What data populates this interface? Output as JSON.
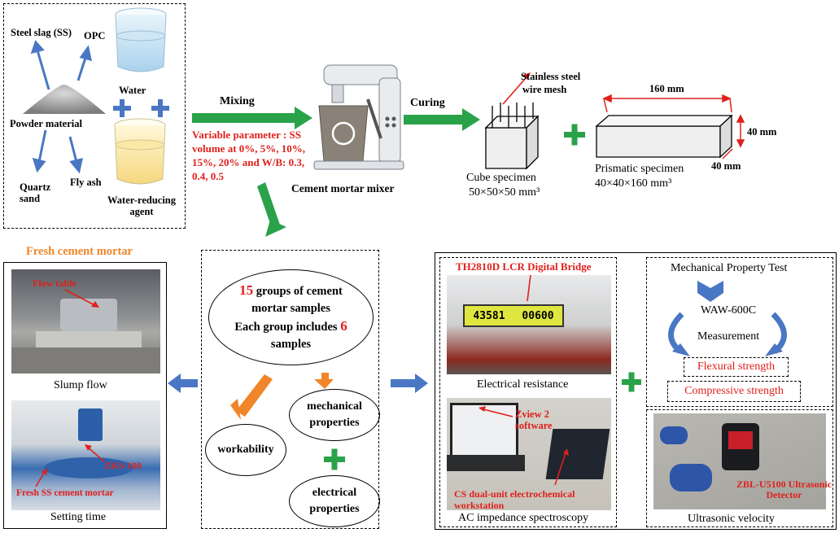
{
  "raw_materials": {
    "steel_slag": "Steel slag (SS)",
    "opc": "OPC",
    "water": "Water",
    "powder": "Powder material",
    "quartz_sand_line1": "Quartz",
    "quartz_sand_line2": "sand",
    "fly_ash": "Fly ash",
    "water_reducing_line1": "Water-reducing",
    "water_reducing_line2": "agent"
  },
  "process": {
    "mixing": "Mixing",
    "variable_parameter_lines": [
      "Variable parameter : SS",
      "volume at 0%, 5%, 10%,",
      "15%, 20% and W/B: 0.3,",
      "0.4, 0.5"
    ],
    "mixer_label": "Cement mortar mixer",
    "curing": "Curing"
  },
  "specimens": {
    "mesh_line1": "Stainless steel",
    "mesh_line2": "wire mesh",
    "cube_label": "Cube specimen",
    "cube_dims": "50×50×50 mm³",
    "prism_label": "Prismatic specimen",
    "prism_dims": "40×40×160 mm³",
    "length_dim": "160 mm",
    "height_dim": "40 mm",
    "width_dim": "40 mm"
  },
  "fresh": {
    "title": "Fresh cement mortar",
    "flow_table": "Flow table",
    "slump_flow": "Slump flow",
    "zks": "ZKS-100",
    "fresh_ss": "Fresh SS cement mortar",
    "setting_time": "Setting time"
  },
  "groups": {
    "line1_num": "15",
    "line1_rest": "groups of cement",
    "line2": "mortar samples",
    "line3_pre": "Each group includes",
    "line3_num": "6",
    "line4": "samples",
    "workability": "workability",
    "mech_line1": "mechanical",
    "mech_line2": "properties",
    "elec_line1": "electrical",
    "elec_line2": "properties"
  },
  "electrical": {
    "bridge_label": "TH2810D LCR Digital Bridge",
    "display_left": "43581",
    "display_right": "00600",
    "electrical_resistance": "Electrical resistance",
    "zview_line1": "Zview 2",
    "zview_line2": "software",
    "cs_line1": "CS dual-unit electrochemical",
    "cs_line2": "workstation",
    "ac_label": "AC impedance spectroscopy"
  },
  "mechanical": {
    "title": "Mechanical Property Test",
    "machine": "WAW-600C",
    "measurement": "Measurement",
    "flexural": "Flexural  strength",
    "compressive": "Compressive  strength"
  },
  "ultrasonic": {
    "detector_line1": "ZBL-U5100 Ultrasonic",
    "detector_line2": "Detector",
    "label": "Ultrasonic velocity"
  },
  "colors": {
    "green_arrow": "#2aa24a",
    "blue_arrow": "#4a77c4",
    "orange_arrow": "#f0852a",
    "red_text": "#e0201b"
  }
}
